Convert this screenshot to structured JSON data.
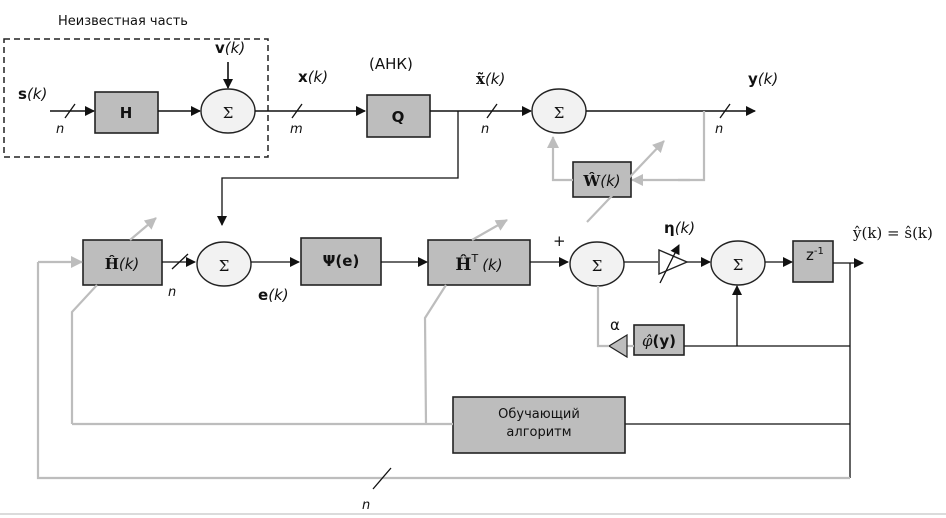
{
  "diagram": {
    "unknown_part_label": "Неизвестная часть",
    "anc_label": "(АНК)",
    "signals": {
      "s": {
        "sym": "s",
        "arg": "(k)"
      },
      "v": {
        "sym": "v",
        "arg": "(k)"
      },
      "x": {
        "sym": "x",
        "arg": "(k)"
      },
      "x_tilde": {
        "sym": "x̃",
        "arg": "(k)"
      },
      "y": {
        "sym": "y",
        "arg": "(k)"
      },
      "e": {
        "sym": "e",
        "arg": "(k)"
      },
      "eta": {
        "sym": "η",
        "arg": "(k)"
      },
      "y_hat_out": "ŷ(k) = ŝ(k)"
    },
    "dims": {
      "n": "n",
      "m": "m"
    },
    "blocks": {
      "H": "H",
      "Q": "Q",
      "W_hat": {
        "sym": "Ŵ",
        "arg": "(k)"
      },
      "H_hat": {
        "sym": "Ĥ",
        "arg": "(k)"
      },
      "Psi": {
        "sym": "Ψ",
        "arg": "(e)"
      },
      "H_hat_T": {
        "sym": "Ĥ",
        "sup": "T",
        "arg": "(k)"
      },
      "z_inv": {
        "sym": "z",
        "sup": "-1"
      },
      "phi_hat": {
        "sym": "φ̂",
        "arg": "(y)"
      },
      "learning_line1": "Обучающий",
      "learning_line2": "алгоритм"
    },
    "sum_symbol": "Σ",
    "plus_sign": "+",
    "alpha": "α"
  }
}
